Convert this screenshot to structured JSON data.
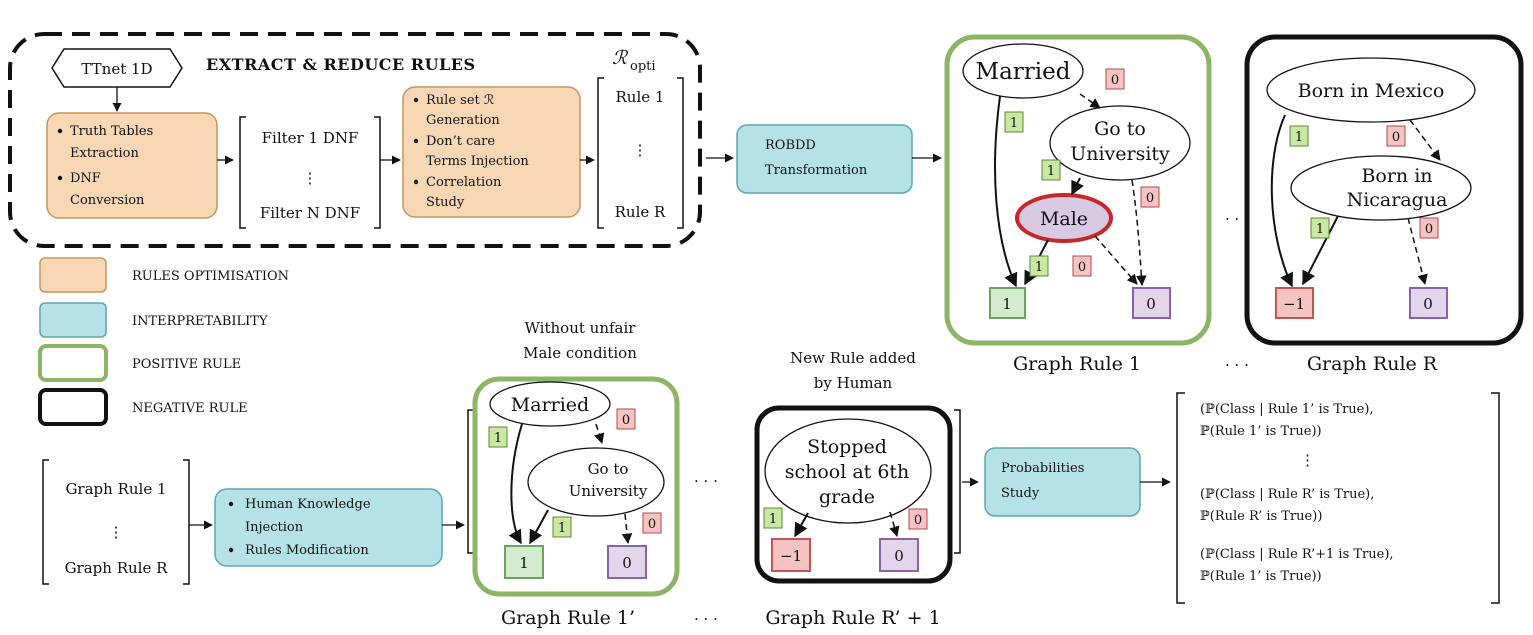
{
  "extract_box": {
    "title": "EXTRACT & REDUCE RULES",
    "ttnet": "TTnet 1D",
    "truth_tables": [
      "Truth Tables",
      "Extraction"
    ],
    "dnf": [
      "DNF",
      "Conversion"
    ],
    "filter_first": "Filter 1 DNF",
    "filter_last": "Filter N DNF",
    "ruleset_lines": [
      "Rule set ℛ",
      "Generation",
      "Don’t care",
      "Terms Injection",
      "Correlation",
      "Study"
    ],
    "r_opti_main": "ℛ",
    "r_opti_sub": "opti",
    "rule_first": "Rule 1",
    "rule_last": "Rule R"
  },
  "robdd": [
    "ROBDD",
    "Transformation"
  ],
  "legend": [
    {
      "label": "RULES OPTIMISATION",
      "color": "#F8D7B4",
      "border": "#C8955E"
    },
    {
      "label": "INTERPRETABILITY",
      "color": "#B5E2E6",
      "border": "#5FA6AE"
    },
    {
      "label": "POSITIVE RULE",
      "color": "#ffffff",
      "border": "#8DB566"
    },
    {
      "label": "NEGATIVE RULE",
      "color": "#ffffff",
      "border": "#111111"
    }
  ],
  "graph_rule_1": {
    "caption": "Graph Rule 1",
    "n_married": "Married",
    "n_university": [
      "Go to",
      "University"
    ],
    "n_male": "Male",
    "out_pos": "1",
    "out_zero": "0"
  },
  "graph_rule_r": {
    "caption": "Graph Rule R",
    "n_mexico": "Born in Mexico",
    "n_nicaragua": [
      "Born in",
      "Nicaragua"
    ],
    "out_neg": "−1",
    "out_zero": "0"
  },
  "edge_labels": {
    "one": "1",
    "zero": "0"
  },
  "ellipsis": "· · ·",
  "vdots": "⋮",
  "bottom": {
    "graph_first": "Graph Rule 1",
    "graph_last": "Graph Rule R",
    "human_lines": [
      "Human Knowledge",
      "Injection",
      "Rules Modification"
    ],
    "unfair_title": [
      "Without unfair",
      "Male condition"
    ],
    "g1p_caption": "Graph Rule 1’",
    "g1p_married": "Married",
    "g1p_university": [
      "Go to",
      "University"
    ],
    "g1p_out_pos": "1",
    "g1p_out_zero": "0",
    "new_rule_title": [
      "New Rule added",
      "by Human"
    ],
    "grp_caption": "Graph Rule R’ + 1",
    "grp_node": [
      "Stopped",
      "school at 6th",
      "grade"
    ],
    "grp_out_neg": "−1",
    "grp_out_zero": "0",
    "prob": [
      "Probabilities",
      "Study"
    ],
    "prob_lines": [
      "(ℙ(Class | Rule 1’ is True),",
      "ℙ(Rule 1’ is True))",
      "(ℙ(Class | Rule R’ is True),",
      "ℙ(Rule R’ is True))",
      "(ℙ(Class | Rule R’+1 is True),",
      "ℙ(Rule 1’ is True))"
    ]
  }
}
